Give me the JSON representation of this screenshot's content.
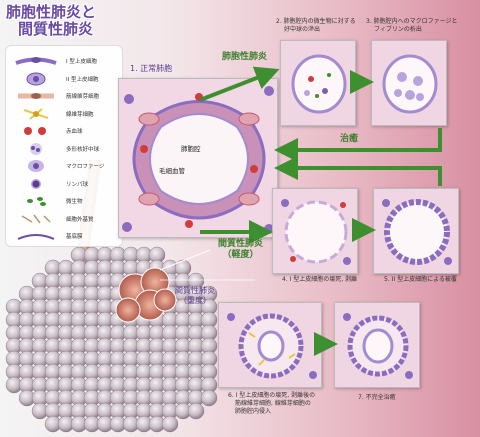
{
  "title": {
    "line1": "肺胞性肺炎と",
    "line2": "間質性肺炎"
  },
  "legend": [
    {
      "label": "I 型上皮細胞",
      "icon": "type1-epithelial-cell-icon"
    },
    {
      "label": "II 型上皮細胞",
      "icon": "type2-epithelial-cell-icon"
    },
    {
      "label": "筋線維芽細胞",
      "icon": "myofibroblast-icon"
    },
    {
      "label": "線維芽細胞",
      "icon": "fibroblast-icon"
    },
    {
      "label": "赤血球",
      "icon": "red-blood-cell-icon"
    },
    {
      "label": "多形核好中球",
      "icon": "neutrophil-icon"
    },
    {
      "label": "マクロファージ",
      "icon": "macrophage-icon"
    },
    {
      "label": "リンパ球",
      "icon": "lymphocyte-icon"
    },
    {
      "label": "微生物",
      "icon": "microbe-icon"
    },
    {
      "label": "細胞外基質",
      "icon": "extracellular-matrix-icon"
    },
    {
      "label": "基底膜",
      "icon": "basement-membrane-icon"
    }
  ],
  "panels": {
    "p1": {
      "caption": "1. 正常肺胞",
      "alveolus": "肺胞腔",
      "capillary": "毛細血管"
    },
    "p2": {
      "caption_line1": "2. 肺胞腔内の微生物に対する",
      "caption_line2": "好中球の滲出"
    },
    "p3": {
      "caption_line1": "3. 肺胞腔内へのマクロファージと",
      "caption_line2": "フィブリンの析出"
    },
    "p4": {
      "caption": "4. I 型上皮細胞の壊死, 剥離"
    },
    "p5": {
      "caption": "5. II 型上皮細胞による被覆"
    },
    "p6": {
      "caption_line1": "6. I 型上皮細胞の壊死, 剥離後の",
      "caption_line2": "筋線維芽細胞, 線維芽細胞の",
      "caption_line3": "肺胞腔内侵入"
    },
    "p7": {
      "caption": "7. 不完全治癒"
    }
  },
  "arrows": {
    "alveolar": "肺胞性肺炎",
    "healing": "治癒",
    "interstitial_mild_1": "間質性肺炎",
    "interstitial_mild_2": "（軽度）",
    "interstitial_severe_1": "間質性肺炎",
    "interstitial_severe_2": "（重度）"
  },
  "colors": {
    "arrow": "#3e8f2f",
    "title": "#6a4aa6",
    "cell_purple": "#8a6cc0",
    "rbc": "#d23b3b"
  }
}
